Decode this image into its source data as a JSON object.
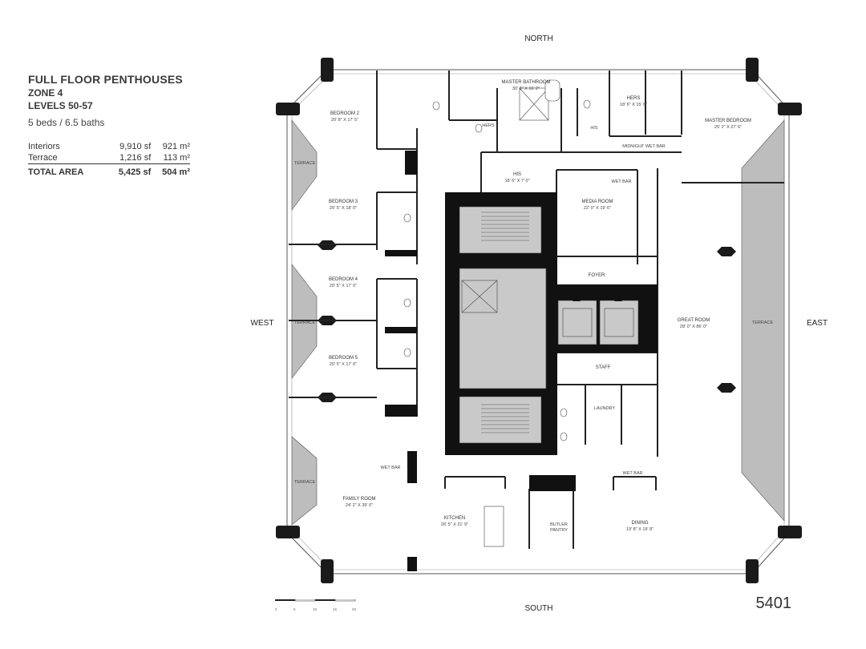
{
  "header": {
    "title": "FULL FLOOR PENTHOUSES",
    "zone": "ZONE 4",
    "levels": "LEVELS 50-57",
    "beds_baths": "5 beds / 6.5 baths"
  },
  "areas": {
    "rows": [
      {
        "label": "Interiors",
        "sf": "9,910 sf",
        "m2": "921 m²"
      },
      {
        "label": "Terrace",
        "sf": "1,216 sf",
        "m2": "113 m²"
      }
    ],
    "total": {
      "label": "TOTAL AREA",
      "sf": "5,425 sf",
      "m2": "504 m²"
    }
  },
  "compass": {
    "north": "NORTH",
    "south": "SOUTH",
    "east": "EAST",
    "west": "WEST"
  },
  "unit_number": "5401",
  "scale_ticks": [
    "0",
    "5",
    "10",
    "15",
    "20"
  ],
  "rooms": {
    "master_bath": {
      "name": "MASTER BATHROOM",
      "dims": "30' 8\" X 16' 2\""
    },
    "hers_closet": {
      "name": "HERS",
      "dims": "18' 6\" X 15' 6\""
    },
    "master_bed": {
      "name": "MASTER BEDROOM",
      "dims": "25' 2\" X 27' 6\""
    },
    "bedroom2": {
      "name": "BEDROOM 2",
      "dims": "20' 8\" X 17' 5\""
    },
    "bedroom3": {
      "name": "BEDROOM 3",
      "dims": "20' 5\" X 18' 0\""
    },
    "bedroom4": {
      "name": "BEDROOM 4",
      "dims": "20' 5\" X 17' 0\""
    },
    "bedroom5": {
      "name": "BEDROOM 5",
      "dims": "20' 5\" X 17' 0\""
    },
    "his_closet": {
      "name": "HIS",
      "dims": "18' 6\" X 7' 0\""
    },
    "media_room": {
      "name": "MEDIA ROOM",
      "dims": "22' 0\" X 19' 6\""
    },
    "great_room": {
      "name": "GREAT ROOM",
      "dims": "28' 0\" X 86' 0\""
    },
    "family_room": {
      "name": "FAMILY ROOM",
      "dims": "24' 2\" X 39' 0\""
    },
    "kitchen": {
      "name": "KITCHEN",
      "dims": "26' 5\" X 21' 9\""
    },
    "dining": {
      "name": "DINING",
      "dims": "19' 8\" X 19' 8\""
    }
  },
  "labels": {
    "hers_small": "HERS",
    "his_small": "HIS",
    "midnight_wet_bar": "MIDNIGHT WET BAR",
    "wet_bar_media": "WET BAR",
    "foyer": "FOYER",
    "staff": "STAFF",
    "laundry": "LAUNDRY",
    "wet_bar_family": "WET BAR",
    "wet_bar_dining": "WET BAR",
    "butler": "BUTLER",
    "pantry": "PANTRY",
    "terrace": "TERRACE"
  }
}
